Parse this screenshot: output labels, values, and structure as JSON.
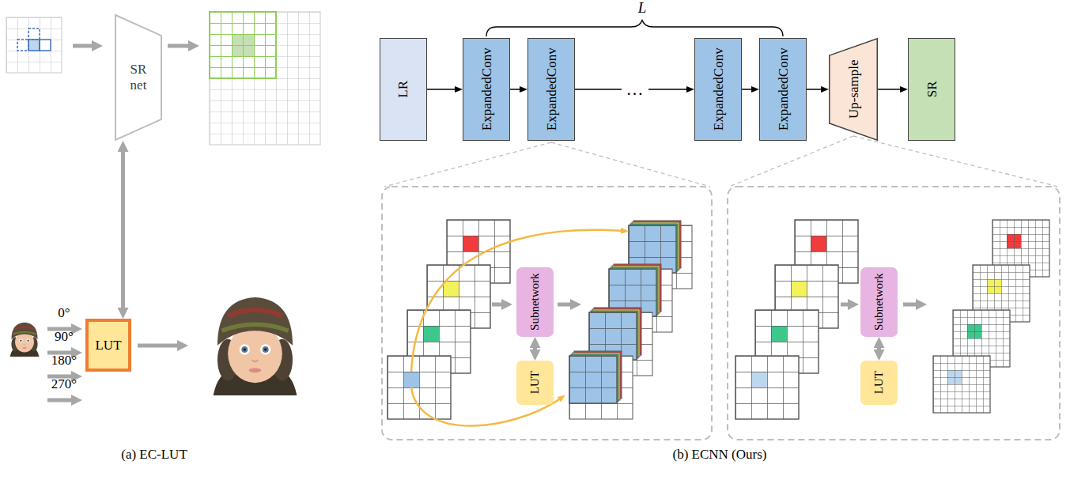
{
  "diagram": {
    "nodes": [
      {
        "text": [
          "SR net"
        ]
      },
      {
        "text": [
          "LUT"
        ]
      },
      {
        "text": [
          "LR"
        ]
      },
      {
        "text": [
          "ExpandedConv"
        ]
      },
      {
        "text": [
          "ExpandedConv"
        ]
      },
      {
        "text": [
          "ExpandedConv"
        ]
      },
      {
        "text": [
          "ExpandedConv"
        ]
      },
      {
        "text": [
          "Up-sample"
        ]
      },
      {
        "text": [
          "SR"
        ]
      },
      {
        "text": [
          "Subnetwork"
        ]
      },
      {
        "text": [
          "LUT"
        ]
      },
      {
        "text": [
          "Subnetwork"
        ]
      },
      {
        "text": [
          "LUT"
        ]
      }
    ],
    "edges": [
      {
        "from": 0,
        "to": 1,
        "arrow": "both"
      },
      {
        "from": 2,
        "to": 3,
        "arrow": "to"
      },
      {
        "from": 3,
        "to": 4,
        "arrow": "to"
      },
      {
        "from": 4,
        "to": 5,
        "arrow": "to",
        "label": "…"
      },
      {
        "from": 5,
        "to": 6,
        "arrow": "to"
      },
      {
        "from": 6,
        "to": 7,
        "arrow": "to"
      },
      {
        "from": 7,
        "to": 8,
        "arrow": "to"
      },
      {
        "from": 9,
        "to": 10,
        "arrow": "both"
      },
      {
        "from": 11,
        "to": 12,
        "arrow": "both"
      }
    ],
    "labels": [
      "0°",
      "90°",
      "180°",
      "270°",
      "L",
      "(a) EC-LUT",
      "(b) ECNN (Ours)"
    ]
  }
}
